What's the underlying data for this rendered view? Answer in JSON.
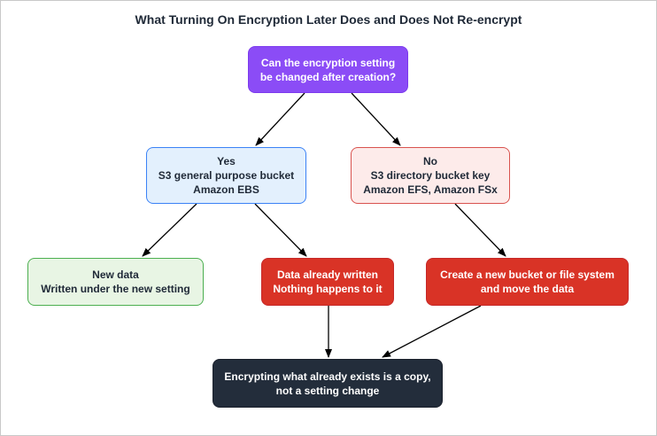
{
  "title": "What Turning On Encryption Later Does and Does Not Re-encrypt",
  "colors": {
    "root_fill": "#8b4cf6",
    "root_border": "#7c3aed",
    "yes_fill": "#e3f0fd",
    "yes_border": "#3b82f6",
    "no_fill": "#fdebea",
    "no_border": "#d9534f",
    "green_fill": "#e8f5e4",
    "green_border": "#4caf50",
    "red_fill": "#d93326",
    "red_border": "#c62828",
    "dark_fill": "#232d3b",
    "dark_border": "#1a202c",
    "edge": "#000000"
  },
  "nodes": {
    "root": {
      "lines": [
        "Can the encryption setting",
        "be changed after creation?"
      ]
    },
    "yes": {
      "lines": [
        "Yes",
        "S3 general purpose bucket",
        "Amazon EBS"
      ]
    },
    "no": {
      "lines": [
        "No",
        "S3 directory bucket key",
        "Amazon EFS, Amazon FSx"
      ]
    },
    "new_data": {
      "lines": [
        "New data",
        "Written under the new setting"
      ]
    },
    "old_data": {
      "lines": [
        "Data already written",
        "Nothing happens to it"
      ]
    },
    "move": {
      "lines": [
        "Create a new bucket or file system",
        "and move the data"
      ]
    },
    "end": {
      "lines": [
        "Encrypting what already exists is a copy,",
        "not a setting change"
      ]
    }
  }
}
